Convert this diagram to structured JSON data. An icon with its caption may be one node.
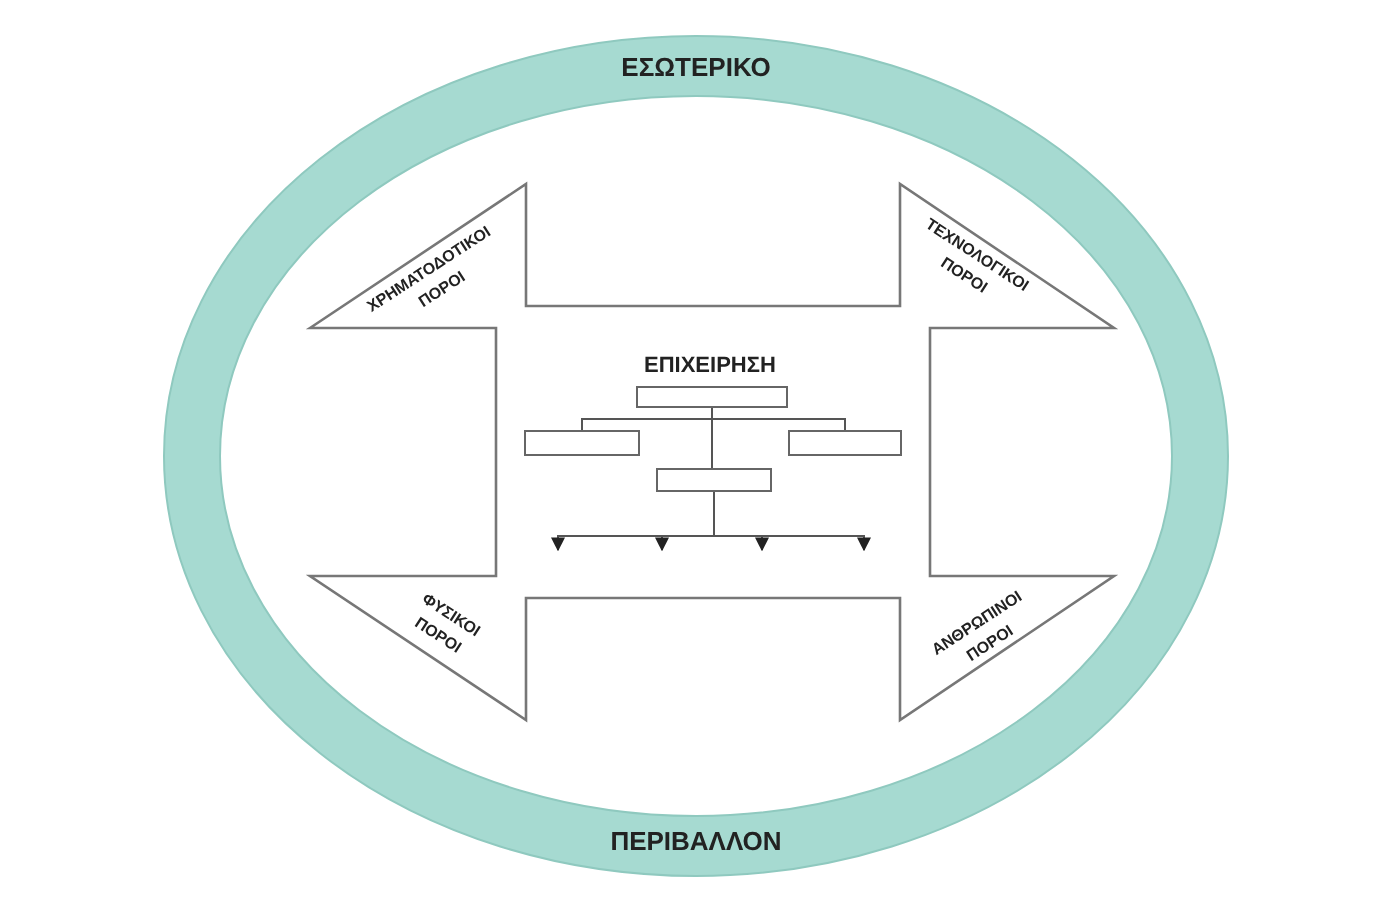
{
  "diagram": {
    "nodes": [
      {
        "text": [
          "ΕΣΩΤΕΡΙΚΟ",
          "ΠΕΡΙΒΑΛΛΟΝ"
        ]
      },
      {
        "text": [
          "ΕΠΙΧΕΙΡΗΣΗ"
        ],
        "in": 0
      },
      {
        "text": [
          "ΧΡΗΜΑΤΟΔΟΤΙΚΟΙ ΠΟΡΟΙ"
        ],
        "in": 1
      },
      {
        "text": [
          "ΤΕΧΝΟΛΟΓΙΚΟΙ ΠΟΡΟΙ"
        ],
        "in": 1
      },
      {
        "text": [
          "ΦΥΣΙΚΟΙ ΠΟΡΟΙ"
        ],
        "in": 1
      },
      {
        "text": [
          "ΑΝΘΡΩΠΙΝΟΙ ΠΟΡΟΙ"
        ],
        "in": 1
      },
      {
        "text": [],
        "shape": "box",
        "in": 1
      },
      {
        "text": [],
        "shape": "box",
        "in": 1
      },
      {
        "text": [],
        "shape": "box",
        "in": 1
      },
      {
        "text": [],
        "shape": "box",
        "in": 1
      }
    ],
    "edges": [
      {
        "from": 6,
        "to": 7,
        "arrow": "none"
      },
      {
        "from": 6,
        "to": 9,
        "arrow": "none"
      },
      {
        "from": 6,
        "to": 8,
        "arrow": "none"
      },
      {
        "from": 8,
        "to": null,
        "arrow": "to"
      },
      {
        "from": 8,
        "to": null,
        "arrow": "to"
      },
      {
        "from": 8,
        "to": null,
        "arrow": "to"
      },
      {
        "from": 8,
        "to": null,
        "arrow": "to"
      }
    ]
  }
}
